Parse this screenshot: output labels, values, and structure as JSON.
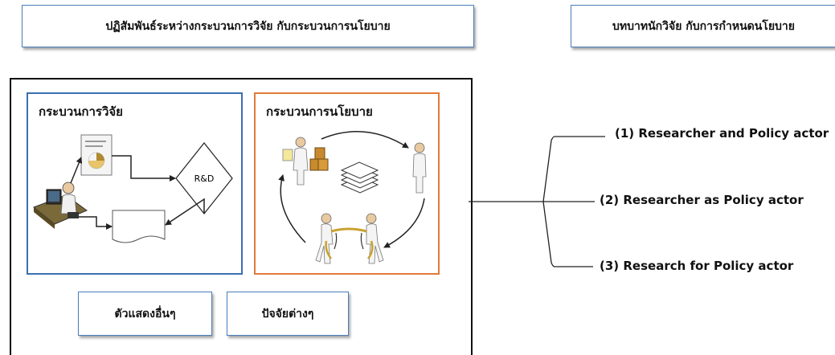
{
  "titles": {
    "left": "ปฏิสัมพันธ์ระหว่างกระบวนการวิจัย กับกระบวนการนโยบาย",
    "right": "บทบาทนักวิจัย กับการกำหนดนโยบาย"
  },
  "research_process": {
    "label": "กระบวนการวิจัย",
    "rd_label": "R&D"
  },
  "policy_process": {
    "label": "กระบวนการนโยบาย"
  },
  "bottom": {
    "other_actors": "ตัวแสดงอื่นๆ",
    "other_factors": "ปัจจัยต่างๆ"
  },
  "roles": [
    "(1) Researcher and Policy actor",
    "(2) Researcher as Policy actor",
    "(3) Research for Policy actor"
  ],
  "colors": {
    "research_border": "#3a6fb0",
    "policy_border": "#e07b39",
    "title_border": "#4a7ebb"
  }
}
